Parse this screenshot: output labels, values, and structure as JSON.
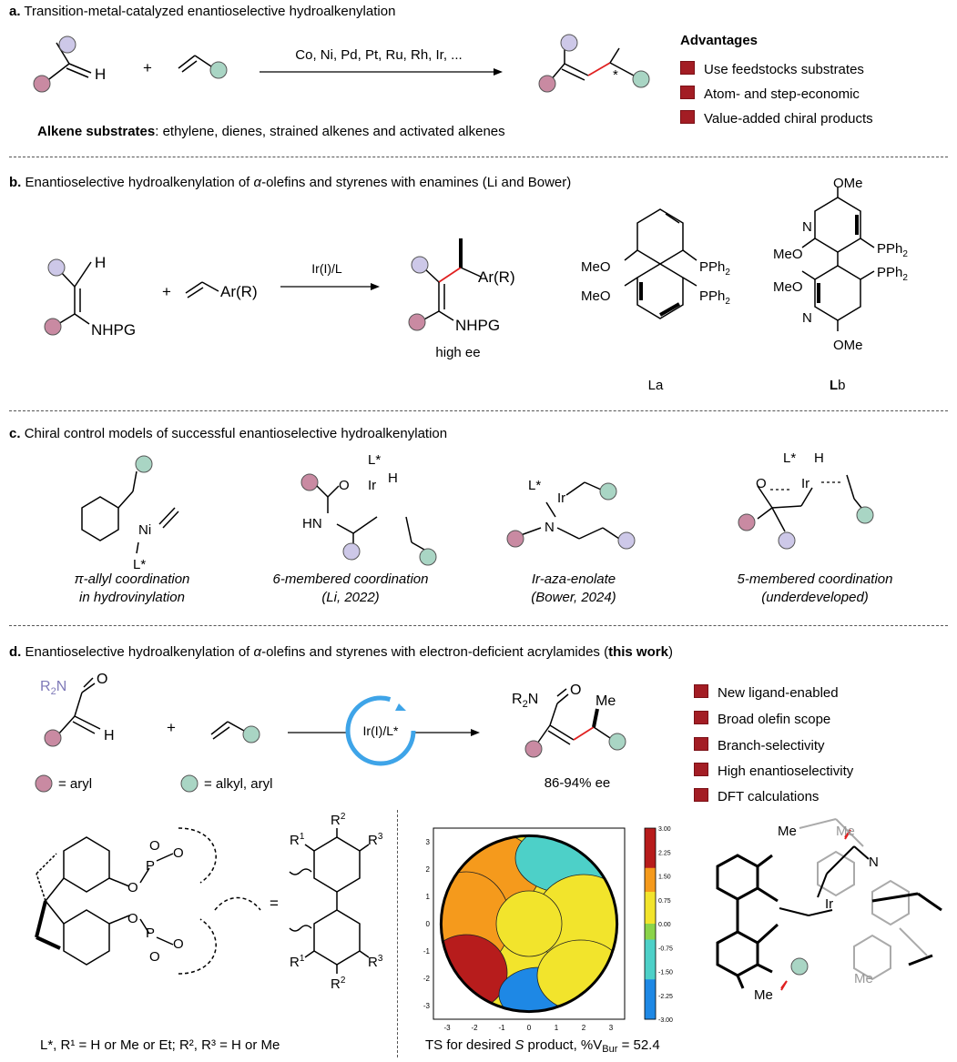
{
  "colors": {
    "purple": "#cdc8e8",
    "pink": "#c98aa2",
    "teal": "#a9d5c4",
    "bullet": "#a31d24",
    "bond_red": "#e02020",
    "cycle_blue": "#3ea4e8"
  },
  "sectionA": {
    "label": "a.",
    "title": "Transition-metal-catalyzed enantioselective hydroalkenylation",
    "catalysts": "Co, Ni, Pd, Pt, Ru, Rh, Ir, ...",
    "h": "H",
    "plus": "+",
    "star": "*",
    "advantages_title": "Advantages",
    "advantages": [
      "Use feedstocks substrates",
      "Atom- and step-economic",
      "Value-added chiral products"
    ],
    "substrates_label": "Alkene substrates",
    "substrates_text": ": ethylene, dienes, strained alkenes and activated alkenes"
  },
  "sectionB": {
    "label": "b.",
    "title_pre": "Enantioselective hydroalkenylation of ",
    "alpha": "α",
    "title_post": "-olefins and styrenes with enamines (Li and Bower)",
    "h": "H",
    "nhpg": "NHPG",
    "plus": "+",
    "ar": "Ar(R)",
    "cond": "Ir(I)/L",
    "product_ar": "Ar(R)",
    "product_nhpg": "NHPG",
    "ee": "high ee",
    "meo": "MeO",
    "pph2": "PPh",
    "sub2": "2",
    "ome": "OMe",
    "n": "N",
    "la": "La",
    "lb_l": "L",
    "lb_b": "b"
  },
  "sectionC": {
    "label": "c.",
    "title": "Chiral control models of successful enantioselective hydroalkenylation",
    "m1": {
      "ni": "Ni",
      "l": "L*",
      "cap1": "π-allyl coordination",
      "cap2": "in hydrovinylation"
    },
    "m2": {
      "o": "O",
      "ir": "Ir",
      "l": "L*",
      "h": "H",
      "hn": "HN",
      "cap1": "6-membered coordination",
      "cap2": "(Li, 2022)"
    },
    "m3": {
      "l": "L*",
      "ir": "Ir",
      "n": "N",
      "cap1": "Ir-aza-enolate",
      "cap2": "(Bower, 2024)"
    },
    "m4": {
      "l": "L*",
      "h": "H",
      "o": "O",
      "ir": "Ir",
      "cap1": "5-membered coordination",
      "cap2": "(underdeveloped)"
    }
  },
  "sectionD": {
    "label": "d.",
    "title_pre": "Enantioselective hydroalkenylation of ",
    "alpha": "α",
    "title_mid": "-olefins and styrenes with electron-deficient acrylamides (",
    "title_bold": "this work",
    "title_post": ")",
    "r2n": "R",
    "r2n_sub": "2",
    "r2n_n": "N",
    "o": "O",
    "h": "H",
    "plus": "+",
    "cond": "Ir(I)/L*",
    "me": "Me",
    "ee": "86-94% ee",
    "aryl": "= aryl",
    "alkyl": "= alkyl, aryl",
    "features": [
      "New ligand-enabled",
      "Broad olefin scope",
      "Branch-selectivity",
      "High enantioselectivity",
      "DFT calculations"
    ],
    "ligand_caption": "L*, R¹ = H or Me or Et; R², R³ = H or Me",
    "p": "P",
    "o2": "O",
    "eq": "=",
    "r1": "R",
    "s1": "1",
    "s2": "2",
    "s3": "3",
    "ts_caption_pre": "TS for desired ",
    "ts_caption_s": "S",
    "ts_caption_post": " product, %V",
    "ts_caption_sub": "Bur",
    "ts_caption_val": " = 52.4",
    "ts_me": "Me",
    "ts_ir": "Ir",
    "ts_n": "N"
  },
  "chart_data": {
    "type": "heatmap",
    "title": "",
    "xlim": [
      -3.5,
      3.5
    ],
    "ylim": [
      -3.5,
      3.5
    ],
    "xticks": [
      "-3",
      "-2",
      "-1",
      "0",
      "1",
      "2",
      "3"
    ],
    "yticks": [
      "3",
      "2",
      "1",
      "0",
      "-1",
      "-2",
      "-3"
    ],
    "colorbar_ticks": [
      "3.00",
      "2.25",
      "1.50",
      "0.75",
      "0.00",
      "-0.75",
      "-1.50",
      "-2.25",
      "-3.00"
    ],
    "colorbar_range": [
      -3.0,
      3.0
    ],
    "regions": [
      {
        "name": "upper-left",
        "value": 1.0
      },
      {
        "name": "upper-right",
        "value": -1.5
      },
      {
        "name": "left",
        "value": 1.2
      },
      {
        "name": "right",
        "value": 0.9
      },
      {
        "name": "center",
        "value": 0.2
      },
      {
        "name": "lower-left",
        "value": 2.5
      },
      {
        "name": "bottom",
        "value": -3.0
      },
      {
        "name": "lower-right",
        "value": 0.3
      }
    ]
  }
}
